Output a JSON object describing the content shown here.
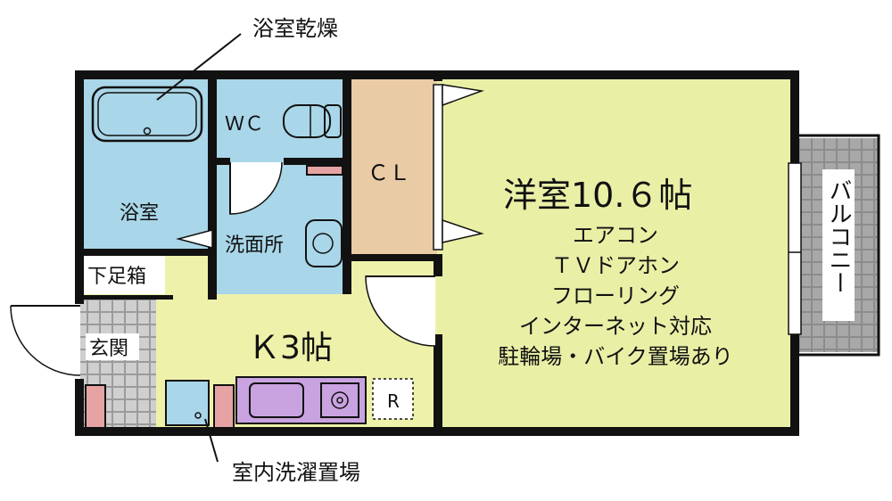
{
  "colors": {
    "wall": "#111111",
    "western_room": "#e9f0a6",
    "kitchen": "#eef1a9",
    "bath": "#a9d6e8",
    "closet": "#e9cba6",
    "balcony_tile": "#9a9a9a",
    "entrance_tile": "#c9c9c9",
    "sink": "#c9a3e0",
    "pink": "#e6a3a3"
  },
  "labels": {
    "bath_dryer": "浴室乾燥",
    "wc": "ＷＣ",
    "bathroom": "浴室",
    "closet": "ＣＬ",
    "washroom": "洗面所",
    "shoe_box": "下足箱",
    "entrance": "玄関",
    "kitchen": "Ｋ3帖",
    "refrigerator": "R",
    "indoor_laundry": "室内洗濯置場",
    "western_room": "洋室10.６帖",
    "balcony": "バルコニー"
  },
  "features": [
    "エアコン",
    "ＴＶドアホン",
    "フローリング",
    "インターネット対応",
    "駐輪場・バイク置場あり"
  ]
}
